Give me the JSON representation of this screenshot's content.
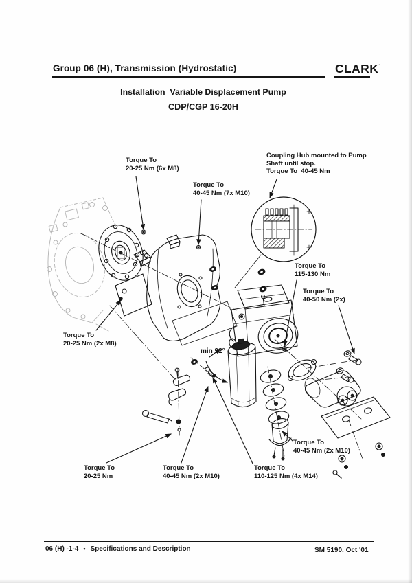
{
  "colors": {
    "ink": "#151515",
    "paper": "#fefefe",
    "ghost": "#b3b3b3"
  },
  "header": {
    "group_title": "Group 06 (H), Transmission (Hydrostatic)",
    "logo": "CLARK",
    "logo_mark": "·"
  },
  "title": {
    "line1": "Installation  Variable Displacement Pump",
    "line2": "CDP/CGP 16-20H"
  },
  "diagram": {
    "labels": {
      "flange_bolts": "Torque To\n20-25 Nm (6x M8)",
      "bell_bolts": "Torque To\n40-45 Nm (7x M10)",
      "coupling_hub": "Coupling Hub mounted to Pump\nShaft until stop.\nTorque To  40-45 Nm",
      "shaft_nut": "Torque To\n115-130 Nm",
      "rear_bolts": "Torque To\n40-50 Nm (2x)",
      "plate_bolts": "Torque To\n20-25 Nm (2x M8)",
      "min_angle": "min 92°",
      "clamp": "Torque To\n20-25 Nm",
      "hose_fitting": "Torque To\n40-45 Nm (2x M10)",
      "flange_nuts": "Torque To\n110-125 Nm (4x M14)",
      "hub_bolts": "Torque To\n40-45 Nm (2x M10)"
    }
  },
  "footer": {
    "page_ref": "06 (H) -1-4",
    "bullet": "•",
    "section": "Specifications and Description",
    "doc_ref": "SM 5190. Oct '01"
  }
}
